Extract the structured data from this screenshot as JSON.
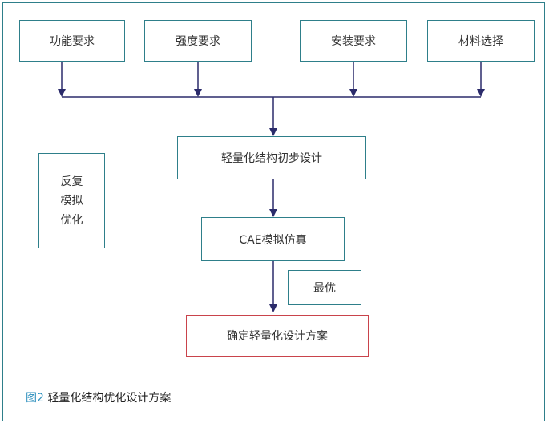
{
  "requirements": [
    {
      "label": "功能要求"
    },
    {
      "label": "强度要求"
    },
    {
      "label": "安装要求"
    },
    {
      "label": "材料选择"
    }
  ],
  "steps": {
    "initial_design": "轻量化结构初步设计",
    "cae_simulation": "CAE模拟仿真",
    "optimal": "最优",
    "final_design": "确定轻量化设计方案"
  },
  "loop": {
    "line1": "反复",
    "line2": "模拟",
    "line3": "优化"
  },
  "caption": {
    "figure_label": "图2",
    "text": " 轻量化结构优化设计方案"
  },
  "colors": {
    "box_border": "#2e7f8a",
    "arrow": "#2b2b6b",
    "final_border": "#c9434b",
    "figure_label": "#2b8fbd"
  }
}
